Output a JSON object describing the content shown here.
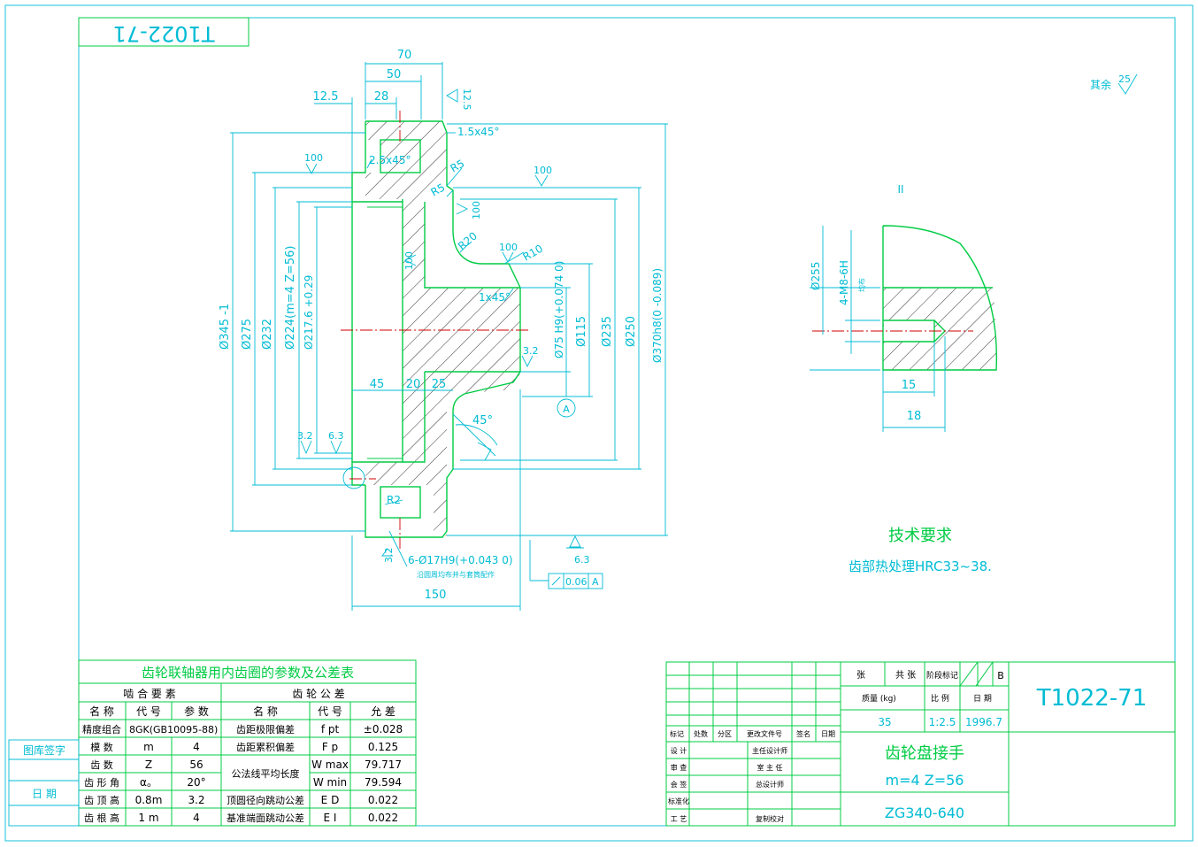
{
  "drawing_no": "T1022-71",
  "dims": {
    "d70": "70",
    "d50": "50",
    "d12_5": "12.5",
    "d28": "28",
    "d12_5v": "12.5",
    "chamfer1": "1.5x45°",
    "chamfer2": "2.5x45°",
    "r5a": "R5",
    "r5b": "R5",
    "r20": "R20",
    "r10": "R10",
    "r2": "R2",
    "chamfer3": "1x45°",
    "rough100a": "100",
    "rough100b": "100",
    "rough100c": "100",
    "rough100d": "100",
    "rough100e": "100",
    "d345": "Ø345 -1",
    "d275": "Ø275",
    "d232": "Ø232",
    "d224": "Ø224(m=4 Z=56)",
    "d217": "Ø217.6 +0.29",
    "d75": "Ø75 H9(+0.074 0)",
    "d115": "Ø115",
    "d235": "Ø235",
    "d250": "Ø250",
    "d370": "Ø370h8(0 -0.089)",
    "d45": "45",
    "d20": "20",
    "d25": "25",
    "angle45": "45°",
    "r32a": "3.2",
    "r63a": "6.3",
    "r32b": "3.2",
    "r32c": "3.2",
    "r63b": "6.3",
    "holes": "6-Ø17H9(+0.043 0)",
    "holes_note": "沿圆周均布并与套筒配作",
    "d150": "150",
    "tol_val": "0.06",
    "datum_a": "A"
  },
  "detail": {
    "label": "II",
    "d255": "Ø255",
    "thread": "4-M8-6H",
    "thread_note": "均布",
    "d15": "15",
    "d18": "18"
  },
  "roughness_other": {
    "label": "其余",
    "value": "25"
  },
  "tech_req": {
    "title": "技术要求",
    "item": "齿部热处理HRC33~38."
  },
  "param_table": {
    "title": "齿轮联轴器用内齿圈的参数及公差表",
    "left_header": "啮 合 要 素",
    "right_header": "齿 轮 公 差",
    "col_headers": [
      "名 称",
      "代 号",
      "参 数",
      "名 称",
      "代 号",
      "允 差"
    ],
    "rows": [
      [
        "精度组合",
        "8GK(GB10095-88)",
        "",
        "齿距极限偏差",
        "f pt",
        "±0.028"
      ],
      [
        "模 数",
        "m",
        "4",
        "齿距累积偏差",
        "F p",
        "0.125"
      ],
      [
        "齿 数",
        "Z",
        "56",
        "公法线平均长度",
        "W max",
        "79.717"
      ],
      [
        "齿 形 角",
        "α。",
        "20°",
        "",
        "W min",
        "79.594"
      ],
      [
        "齿 顶 高",
        "0.8m",
        "3.2",
        "顶圆径向跳动公差",
        "E D",
        "0.022"
      ],
      [
        "齿 根 高",
        "1 m",
        "4",
        "基准端面跳动公差",
        "E I",
        "0.022"
      ]
    ]
  },
  "side_labels": {
    "atlas": "图库签字",
    "date": "日 期"
  },
  "title_block": {
    "stage_tag": "阶段标记",
    "b": "B",
    "sheets": "张",
    "of": "共 张",
    "cols": [
      "标记",
      "处数",
      "分区",
      "更改文件号",
      "签名",
      "日期"
    ],
    "roles": [
      "设 计",
      "审 查",
      "会 签",
      "标准化",
      "工 艺"
    ],
    "roles2": [
      "主任设计师",
      "室 主 任",
      "总设计师",
      "",
      "复制校对"
    ],
    "mass_label": "质量 (kg)",
    "scale_label": "比 例",
    "date_label": "日 期",
    "mass": "35",
    "scale": "1:2.5",
    "date": "1996.7",
    "part_name": "齿轮盘接手",
    "spec": "m=4    Z=56",
    "material": "ZG340-640",
    "drawing_no": "T1022-71"
  }
}
